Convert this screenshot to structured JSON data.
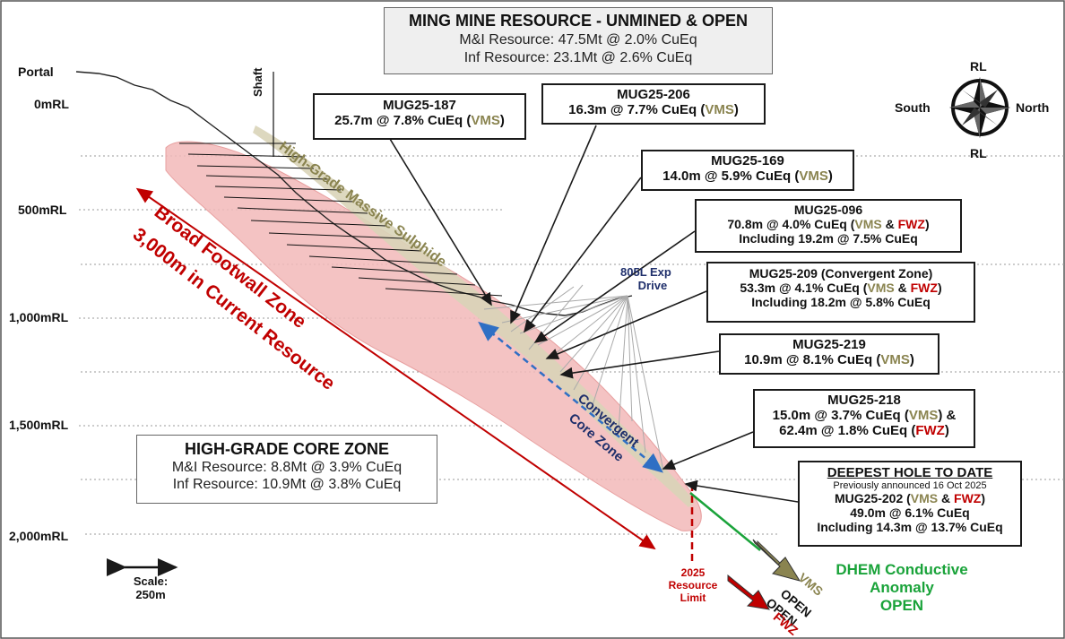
{
  "summary": {
    "title": "MING MINE RESOURCE - UNMINED & OPEN",
    "mi": "M&I Resource: 47.5Mt @ 2.0% CuEq",
    "inf": "Inf Resource: 23.1Mt @ 2.6% CuEq"
  },
  "core_zone": {
    "title": "HIGH-GRADE CORE ZONE",
    "mi": "M&I Resource: 8.8Mt @ 3.9% CuEq",
    "inf": "Inf Resource: 10.9Mt @ 3.8% CuEq"
  },
  "levels": [
    "Portal",
    "0mRL",
    "500mRL",
    "1,000mRL",
    "1,500mRL",
    "2,000mRL"
  ],
  "shaft_label": "Shaft",
  "compass": {
    "north": "North",
    "south": "South",
    "top": "RL",
    "bottom": "RL"
  },
  "zone_labels": {
    "massive_sulphide": "High-Grade Massive Sulphide",
    "footwall_1": "Broad Footwall Zone",
    "footwall_2": "3,000m in Current Resource",
    "convergent_1": "Convergent",
    "convergent_2": "Core Zone",
    "drive_1": "805L Exp",
    "drive_2": "Drive"
  },
  "holes": [
    {
      "id": "MUG25-187",
      "line": "25.7m @ 7.8% CuEq (",
      "tag1": "VMS",
      "end": ")"
    },
    {
      "id": "MUG25-206",
      "line": "16.3m @ 7.7% CuEq (",
      "tag1": "VMS",
      "end": ")"
    },
    {
      "id": "MUG25-169",
      "line": "14.0m @ 5.9% CuEq (",
      "tag1": "VMS",
      "end": ")"
    },
    {
      "id": "MUG25-096",
      "line": "70.8m @ 4.0% CuEq (",
      "tag1": "VMS",
      "amp": " & ",
      "tag2": "FWZ",
      "end": ")",
      "incl": "Including 19.2m @ 7.5% CuEq"
    },
    {
      "id": "MUG25-209 (Convergent Zone)",
      "line": "53.3m @ 4.1% CuEq (",
      "tag1": "VMS",
      "amp": " & ",
      "tag2": "FWZ",
      "end": ")",
      "incl": "Including 18.2m @ 5.8% CuEq"
    },
    {
      "id": "MUG25-219",
      "line": "10.9m @ 8.1% CuEq (",
      "tag1": "VMS",
      "end": ")"
    },
    {
      "id": "MUG25-218",
      "line": "15.0m @ 3.7% CuEq (",
      "tag1": "VMS",
      "end": ") &",
      "line2": "62.4m @ 1.8% CuEq (",
      "tag2": "FWZ",
      "end2": ")"
    }
  ],
  "deepest": {
    "title": "DEEPEST HOLE TO DATE",
    "note": "Previously announced 16 Oct 2025",
    "id": "MUG25-202 (",
    "tag1": "VMS",
    "amp": " & ",
    "tag2": "FWZ",
    "end": ")",
    "line": "49.0m @ 6.1% CuEq",
    "incl": "Including 14.3m @ 13.7% CuEq"
  },
  "resource_limit": {
    "l1": "2025",
    "l2": "Resource",
    "l3": "Limit"
  },
  "open_arrows": {
    "vms": "VMS",
    "open1": "OPEN",
    "open2": "OPEN",
    "fwz": "FWZ"
  },
  "dhem": {
    "l1": "DHEM Conductive",
    "l2": "Anomaly",
    "l3": "OPEN"
  },
  "scale": {
    "l1": "Scale:",
    "l2": "250m"
  },
  "colors": {
    "fwz_red": "#c00000",
    "vms_olive": "#8a8450",
    "dhem_green": "#1aa33a",
    "ore_pink": "#f2b8b8",
    "convergent_blue": "#2f6fc4",
    "drive_navy": "#1f2f6b"
  }
}
